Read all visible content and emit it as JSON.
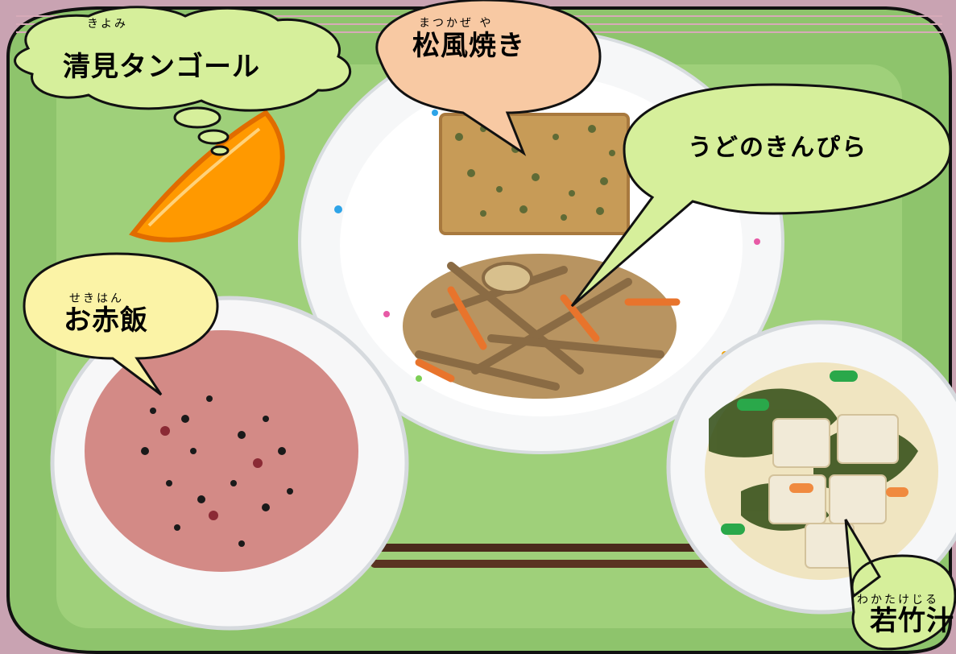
{
  "image": {
    "title": "school lunch tray photo",
    "colors": {
      "tray_border": "#c9a3b2",
      "tray_green": "#9fd07a",
      "tray_green_dark": "#7fbf63",
      "bowl_white": "#f6f7f8",
      "speech_bubble_green": "#d6ef9b",
      "speech_bubble_peach": "#f8c9a3",
      "speech_bubble_yellow": "#fbf3a6",
      "outline": "#111111"
    }
  },
  "callouts": {
    "tangor": {
      "ruby": "きよみ",
      "label": "清見タンゴール"
    },
    "pine": {
      "ruby": "まつかぜ や",
      "label": "松風焼き"
    },
    "kinpira": {
      "label": "うどのきんぴら"
    },
    "sekihan": {
      "ruby": "せきはん",
      "label": "お赤飯"
    },
    "wakatake": {
      "ruby": "わかたけじる",
      "label": "若竹汁"
    }
  }
}
